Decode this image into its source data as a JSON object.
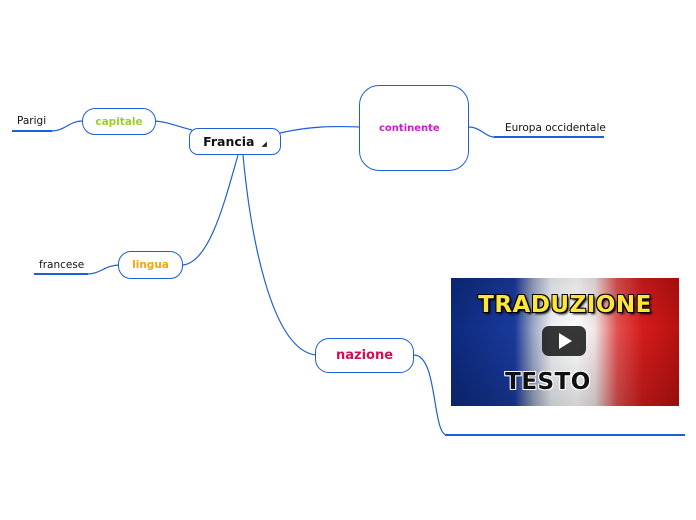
{
  "colors": {
    "link": "#1f5fd6",
    "capitale": "#9acd32",
    "continente": "#c71fc7",
    "lingua": "#f5a40c",
    "nazione": "#d40d55"
  },
  "root": {
    "label": "Francia",
    "collapse_icon": "triangle-down-right-icon"
  },
  "branches": {
    "capitale": {
      "label": "capitale",
      "leaf": "Parigi"
    },
    "continente": {
      "label": "continente",
      "leaf": "Europa occidentale"
    },
    "lingua": {
      "label": "lingua",
      "leaf": "francese"
    },
    "nazione": {
      "label": "nazione",
      "video": {
        "title_top": "TRADUZIONE",
        "title_bottom": "TESTO",
        "play_icon": "play-icon"
      }
    }
  }
}
